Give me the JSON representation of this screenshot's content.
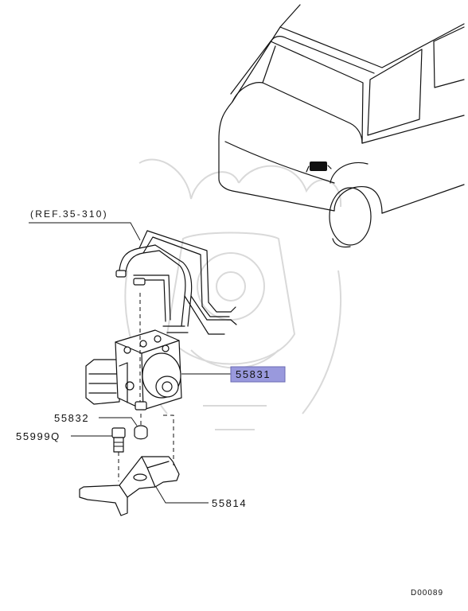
{
  "reference_label": "(REF.35-310)",
  "parts": {
    "hydraulic_unit": "55831",
    "mount_bushing": "55832",
    "bolt": "55999Q",
    "bracket": "55814"
  },
  "highlight_color": "#9999dd",
  "diagram_code": "D00089"
}
